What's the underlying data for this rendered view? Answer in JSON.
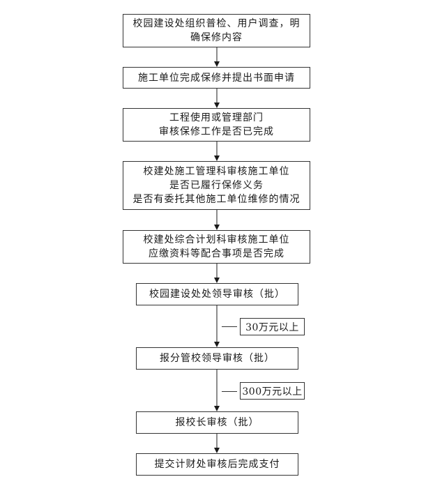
{
  "steps": [
    {
      "lines": [
        "校园建设处组织普检、用户调查，明",
        "确保修内容"
      ]
    },
    {
      "lines": [
        "施工单位完成保修并提出书面申请"
      ]
    },
    {
      "lines": [
        "工程使用或管理部门",
        "审核保修工作是否已完成"
      ]
    },
    {
      "lines": [
        "校建处施工管理科审核施工单位",
        "是否已履行保修义务",
        "是否有委托其他施工单位维修的情况"
      ]
    },
    {
      "lines": [
        "校建处综合计划科审核施工单位",
        "应缴资料等配合事项是否完成"
      ]
    },
    {
      "lines": [
        "校园建设处处领导审核（批）"
      ]
    },
    {
      "lines": [
        "报分管校领导审核（批）"
      ]
    },
    {
      "lines": [
        "报校长审核（批）"
      ]
    },
    {
      "lines": [
        "提交计财处审核后完成支付"
      ]
    }
  ],
  "conditions": [
    {
      "label": "30万元以上"
    },
    {
      "label": "300万元以上"
    }
  ],
  "colors": {
    "border": "#333333",
    "arrow": "#1a1a1a",
    "text": "#1a1a1a",
    "background": "#ffffff"
  }
}
